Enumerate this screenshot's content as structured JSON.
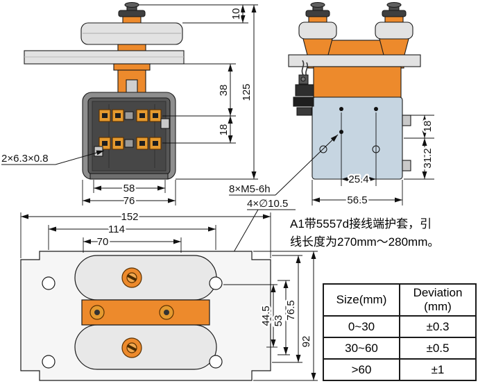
{
  "colors": {
    "orange": "#ED8A2C",
    "body_blue": "#C6D5E1",
    "line": "#111111"
  },
  "front_view": {
    "dim_cap_height": "10",
    "dim_plate_to_row1": "38",
    "dim_row_spacing": "18",
    "dim_overall_height": "125",
    "dim_base_width_inner": "58",
    "dim_base_width_outer": "76",
    "terminal_spec_label": "2×6.3×0.8"
  },
  "side_view": {
    "dim_tab_offset": "18",
    "dim_lower_section": "31.2",
    "dim_hole_pitch": "25.4",
    "dim_body_depth": "56.5",
    "mounting_thread_label": "8×M5-6h",
    "mounting_hole_label": "4×∅10.5"
  },
  "plan_view": {
    "dim_overall_width": "152",
    "dim_mount_hole_pitch": "114",
    "dim_inner_pitch": "70",
    "dim_v_44_5": "44.5",
    "dim_v_53": "53",
    "dim_v_76_5": "76.5",
    "dim_overall_depth": "92"
  },
  "note": {
    "line1": "A1带5557d接线端护套，引",
    "line2": "线长度为270mm～280mm。"
  },
  "tolerance_table": {
    "size_header": "Size(mm)",
    "deviation_header_line1": "Deviation",
    "deviation_header_line2": "(mm)",
    "rows": [
      {
        "size": "0~30",
        "deviation": "±0.3"
      },
      {
        "size": "30~60",
        "deviation": "±0.5"
      },
      {
        "size": ">60",
        "deviation": "±1"
      }
    ]
  }
}
